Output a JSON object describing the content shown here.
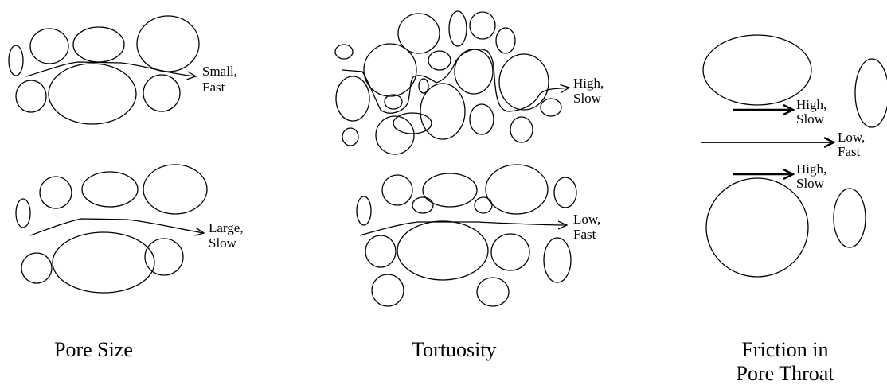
{
  "panels": {
    "pore_size": {
      "caption": "Pore Size",
      "small": {
        "line1": "Small,",
        "line2": "Fast"
      },
      "large": {
        "line1": "Large,",
        "line2": "Slow"
      }
    },
    "tortuosity": {
      "caption": "Tortuosity",
      "high": {
        "line1": "High,",
        "line2": "Slow"
      },
      "low": {
        "line1": "Low,",
        "line2": "Fast"
      }
    },
    "friction": {
      "caption_line1": "Friction in",
      "caption_line2": "Pore Throat",
      "top": {
        "line1": "High,",
        "line2": "Slow"
      },
      "middle": {
        "line1": "Low,",
        "line2": "Fast"
      },
      "bottom": {
        "line1": "High,",
        "line2": "Slow"
      }
    }
  }
}
